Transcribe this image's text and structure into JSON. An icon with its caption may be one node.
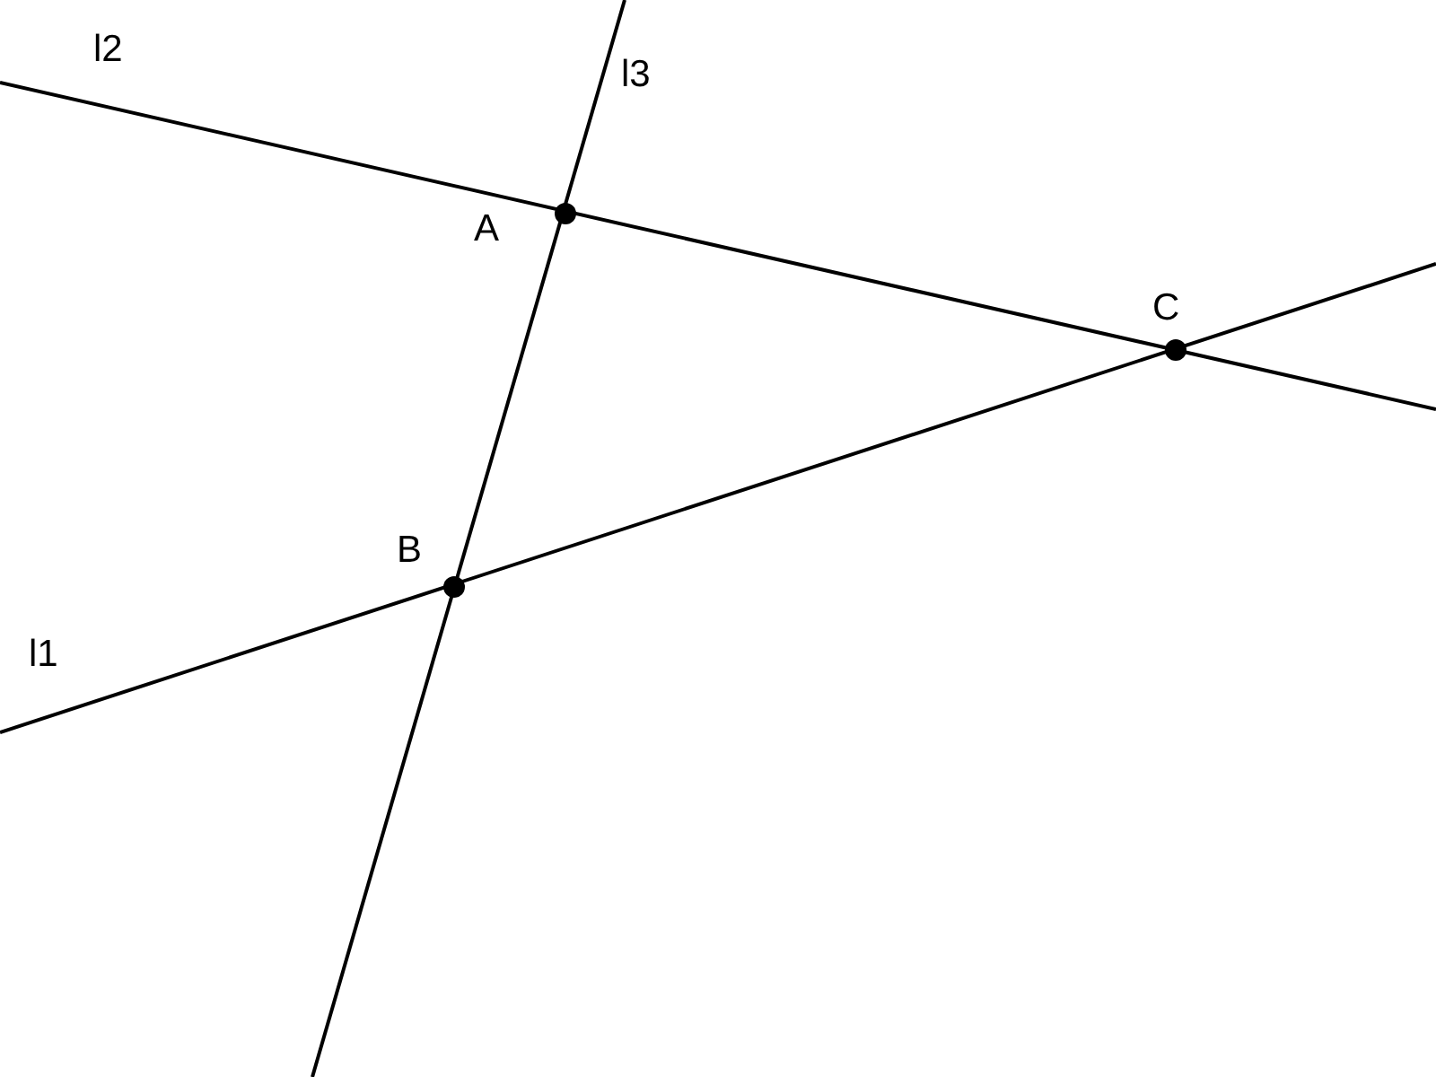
{
  "diagram": {
    "labels": [
      "l2",
      "l3",
      "A",
      "C",
      "B",
      "l1"
    ]
  }
}
